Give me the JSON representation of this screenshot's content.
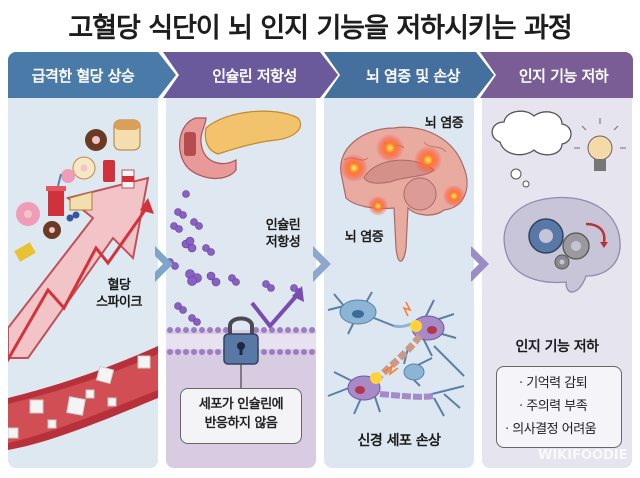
{
  "title": "고혈당 식단이 뇌 인지 기능을 저하시키는 과정",
  "steps": [
    {
      "label": "급격한 혈당 상승",
      "color": "#4a7aa8"
    },
    {
      "label": "인슐린 저항성",
      "color": "#6a5a9c"
    },
    {
      "label": "뇌 염증 및 손상",
      "color": "#45709e"
    },
    {
      "label": "인지 기능 저하",
      "color": "#7b5d96"
    }
  ],
  "panel1": {
    "spike_label_line1": "혈당",
    "spike_label_line2": "스파이크",
    "icons": [
      "food-arrow-icon",
      "donut-icon",
      "bread-icon",
      "soda-icon",
      "sandwich-icon",
      "blood-sugar-spike-icon",
      "blood-vessel-icon",
      "sugar-cube-icon"
    ]
  },
  "panel2": {
    "label_line1": "인슐린",
    "label_line2": "저항성",
    "callout_line1": "세포가 인슐린에",
    "callout_line2": "반응하지 않음",
    "icons": [
      "pancreas-icon",
      "insulin-molecule-icon",
      "cell-membrane-icon",
      "lock-icon",
      "deflect-arrow-icon"
    ]
  },
  "panel3": {
    "inflammation_label_top": "뇌 염증",
    "inflammation_label_bottom": "뇌 염증",
    "neuron_label": "신경 세포 손상",
    "icons": [
      "brain-inflammation-icon",
      "neuron-damage-icon"
    ]
  },
  "panel4": {
    "heading": "인지 기능 저하",
    "bullets": [
      "기억력 감퇴",
      "주의력 부족",
      "의사결정 어려움"
    ],
    "icons": [
      "thought-bubble-icon",
      "lightbulb-icon",
      "brain-gears-icon"
    ]
  },
  "watermark": "WIKIFOODIE"
}
